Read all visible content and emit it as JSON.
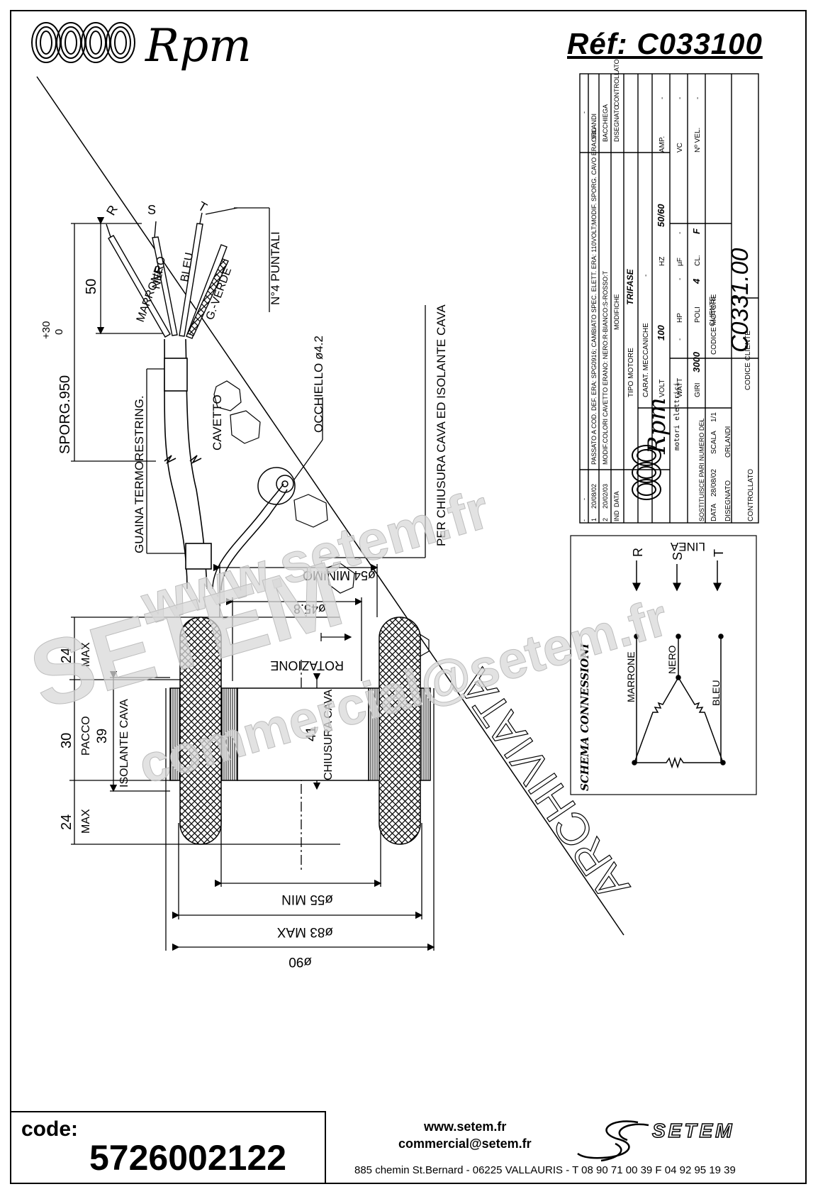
{
  "header": {
    "brand": "Rpm",
    "reference": "Réf:  C033100"
  },
  "drawing": {
    "wire_labels": [
      "R",
      "S",
      "T"
    ],
    "wire_colors": [
      "MARRONE",
      "NERO",
      "BLEU",
      "G.-VERDE"
    ],
    "dim_50": "50",
    "n4_puntali": "N°4 PUNTALI",
    "sporg": "SPORG.950",
    "sporg_tol_plus": "+30",
    "sporg_tol_zero": "0",
    "guaina_termorestring": "GUAINA TERMORESTRING.",
    "guaina": "GUAINA",
    "cavetto": "CAVETTO",
    "occhiello": "OCCHIELLO ø4.2",
    "per_chiusura": "PER CHIUSURA CAVA ED ISOLANTE CAVA",
    "d54": "ø54 MINIMO",
    "d458": "ø45.8",
    "rotazione": "ROTAZIONE",
    "dim_24_top": "24",
    "max_top": "MAX",
    "dim_30": "30",
    "pacco": "PACCO",
    "dim_39": "39",
    "isolante_cava": "ISOLANTE CAVA",
    "dim_41": "41",
    "chiusura_cava": "CHIUSURA CAVA",
    "dim_24_bottom": "24",
    "max_bottom": "MAX",
    "d55": "ø55 MIN",
    "d83": "ø83 MAX",
    "d90": "ø90",
    "archiviata": "ARCHIVIATA",
    "linea": "LINEA",
    "phase_labels": [
      "R",
      "S",
      "T"
    ],
    "schema_title": "SCHEMA CONNESSIONI",
    "schema_marrone": "MARRONE",
    "schema_nero": "NERO",
    "schema_bleu": "BLEU"
  },
  "title_block": {
    "rev_rows": [
      {
        "ind": "2",
        "data": "20/02/03",
        "modifiche": "MODIF.COLORI CAVETTO ERANO: NERO:R-BIANCO:S-ROSSO:T",
        "disegnato": "BACCHIEGA",
        "controllato": ""
      },
      {
        "ind": "1",
        "data": "20/08/02",
        "modifiche": "PASSATO A COD. DEF. ERA: SPG0916; CAMBIATO SPEC. ELETT. ERA: 110VOLT;MODIF. SPORG. CAVO ERA: 930",
        "disegnato": "ORLANDI",
        "controllato": ""
      }
    ],
    "empty_mark": "-",
    "ind": "IND",
    "data": "DATA",
    "modifiche": "MODIFICHE",
    "disegnato": "DISEGNATO",
    "controllato": "CONTROLLATO",
    "tipo_motore": "TIPO MOTORE",
    "tipo_motore_value": "TRIFASE",
    "carat_meccaniche": "CARAT. MECCANICHE",
    "carat_meccaniche_value": "-",
    "volt": "VOLT",
    "volt_value": "100",
    "hz": "HZ",
    "hz_value": "50/60",
    "amp": "AMP.",
    "amp_value": "-",
    "watt": "WATT",
    "watt_value": "-",
    "hp": "HP",
    "hp_value": "-",
    "uf": "µF",
    "uf_value": "-",
    "vc": "VC",
    "vc_value": "-",
    "giri": "GIRI",
    "giri_value": "3000",
    "poli": "POLI",
    "poli_value": "4",
    "cl": "CL.",
    "cl_value": "F",
    "nvel": "Nº VEL.",
    "nvel_value": "-",
    "codice_motore": "CODICE MOTORE",
    "codice_motore_value": "C0331.00",
    "cliente": "CLIENTE",
    "codice_cliente": "CODICE CLIENTE",
    "sostituisce": "SOSTITUISCE PARI NUMERO DEL",
    "sostituisce_value": "-",
    "data_label": "DATA",
    "data_value": "28/08/02",
    "scala": "SCALA",
    "scala_value": "1/1",
    "disegnato_label": "DISEGNATO",
    "disegnato_value": "ORLANDI",
    "controllato_label": "CONTROLLATO",
    "logo_brand": "Rpm",
    "logo_sub": "motori elettrici"
  },
  "watermark": {
    "site": "www.setem.fr",
    "brand": "SETEM",
    "mail": "commercial@setem.fr"
  },
  "footer": {
    "code_label": "code:",
    "code_value": "5726002122",
    "website": "www.setem.fr",
    "email": "commercial@setem.fr",
    "address": "885 chemin St.Bernard  -  06225 VALLAURIS  -  T 08 90 71 00 39   F 04 92 95 19 39",
    "brand": "SETEM"
  }
}
